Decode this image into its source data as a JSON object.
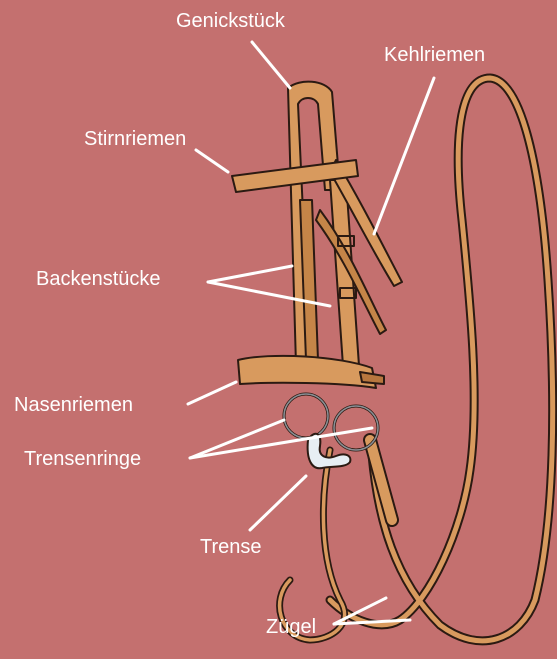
{
  "colors": {
    "background": "#c4706f",
    "leather": "#d89a5e",
    "leather_dark": "#b8773e",
    "outline": "#2b1a12",
    "metal": "#8a8f95",
    "leader": "#ffffff"
  },
  "labels": {
    "genickstueck": "Genickstück",
    "kehlriemen": "Kehlriemen",
    "stirnriemen": "Stirnriemen",
    "backenstuecke": "Backenstücke",
    "nasenriemen": "Nasenriemen",
    "trensenringe": "Trensenringe",
    "trense": "Trense",
    "zuegel": "Zügel"
  }
}
